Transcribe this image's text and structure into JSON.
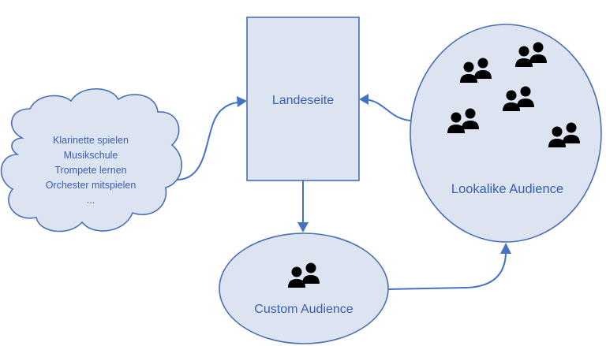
{
  "nodes": {
    "landing_page": {
      "label": "Landeseite"
    },
    "custom_audience": {
      "label": "Custom Audience"
    },
    "lookalike_audience": {
      "label": "Lookalike Audience"
    },
    "keyword_cloud": {
      "lines": [
        "Klarinette spielen",
        "Musikschule",
        "Trompete lernen",
        "Orchester mitspielen",
        "..."
      ]
    }
  },
  "icons": {
    "person_pair": "users-icon"
  },
  "colors": {
    "shape_fill": "#dce4f2",
    "outline": "#4a6fb5",
    "connector": "#4472c4",
    "text": "#3a5fae",
    "background": "#ffffff"
  }
}
